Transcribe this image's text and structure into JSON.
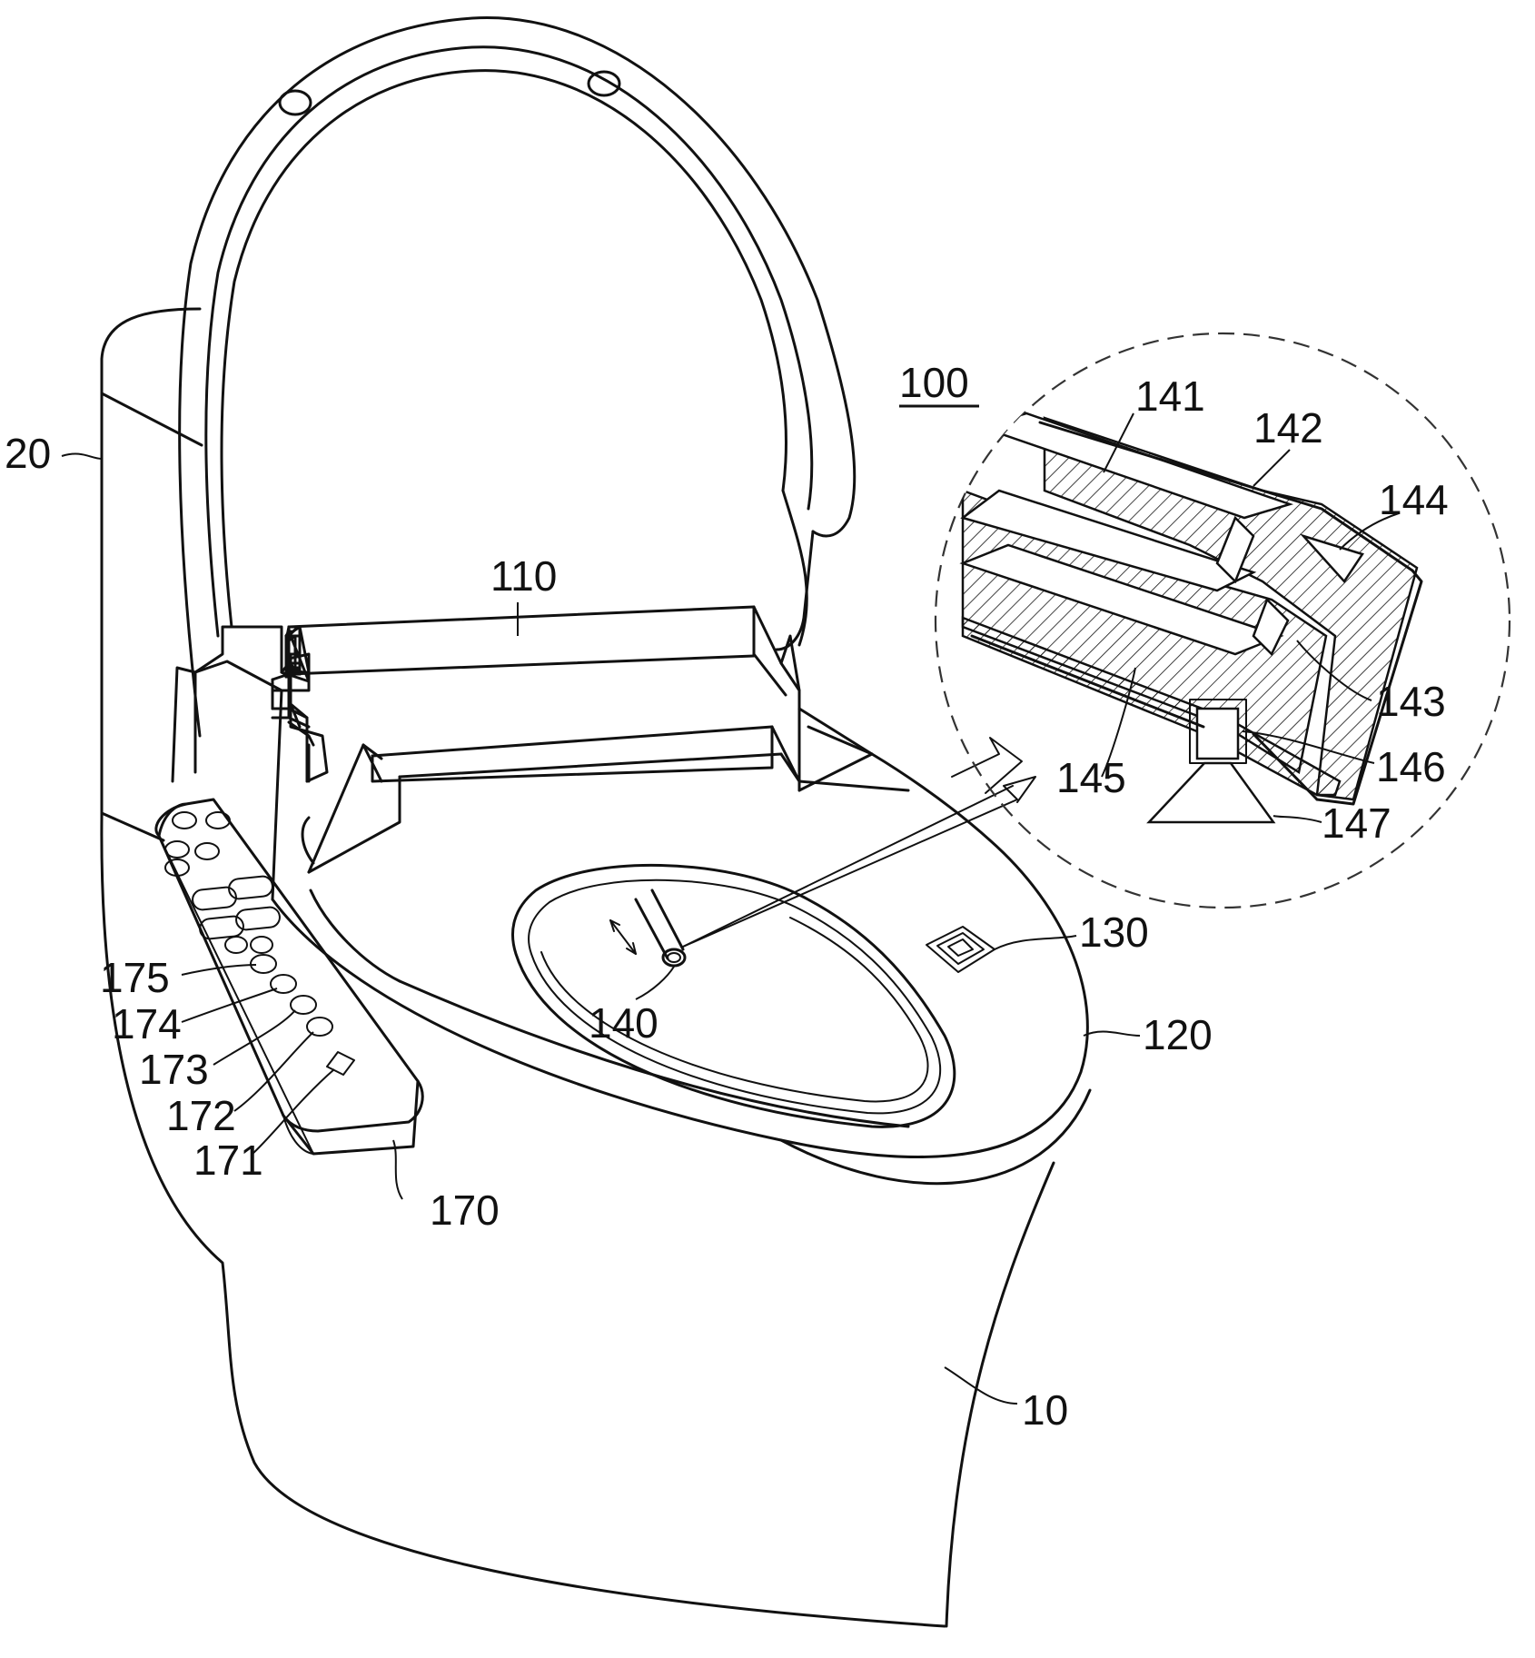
{
  "labels": {
    "ref_10": "10",
    "ref_20": "20",
    "ref_100": "100",
    "ref_110": "110",
    "ref_120": "120",
    "ref_130": "130",
    "ref_140": "140",
    "ref_141": "141",
    "ref_142": "142",
    "ref_143": "143",
    "ref_144": "144",
    "ref_145": "145",
    "ref_146": "146",
    "ref_147": "147",
    "ref_170": "170",
    "ref_171": "171",
    "ref_172": "172",
    "ref_173": "173",
    "ref_174": "174",
    "ref_175": "175"
  }
}
